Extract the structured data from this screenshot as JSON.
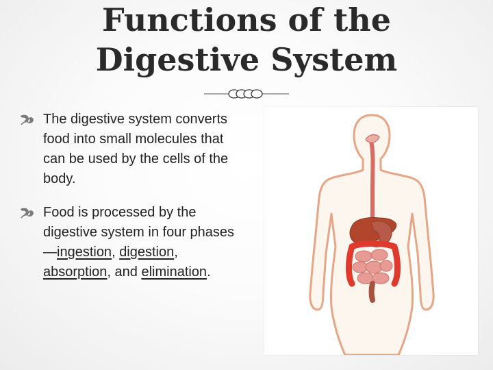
{
  "title": {
    "line1": "Functions of the",
    "line2": "Digestive System"
  },
  "bullets": [
    {
      "text": "The digestive system converts food into small molecules that can be used by the cells of the body."
    },
    {
      "prefix": "Food is processed by the digestive system in four phases—",
      "term1": "ingestion",
      "sep1": ", ",
      "term2": "digestion",
      "sep2": ", ",
      "term3": "absorption",
      "sep3": ", and ",
      "term4": "elimination",
      "suffix": "."
    }
  ],
  "icons": {
    "bullet": "fleuron-bullet-icon",
    "divider": "ornament-divider-icon"
  },
  "colors": {
    "bullet": "#7a7a7a",
    "text": "#222222",
    "body_fill": "#fdf6ee",
    "body_outline": "#e8a585",
    "esophagus": "#d96b63",
    "liver": "#b2462c",
    "stomach": "#b85a49",
    "large_intestine": "#e03a2f",
    "small_intestine": "#e89a94"
  }
}
